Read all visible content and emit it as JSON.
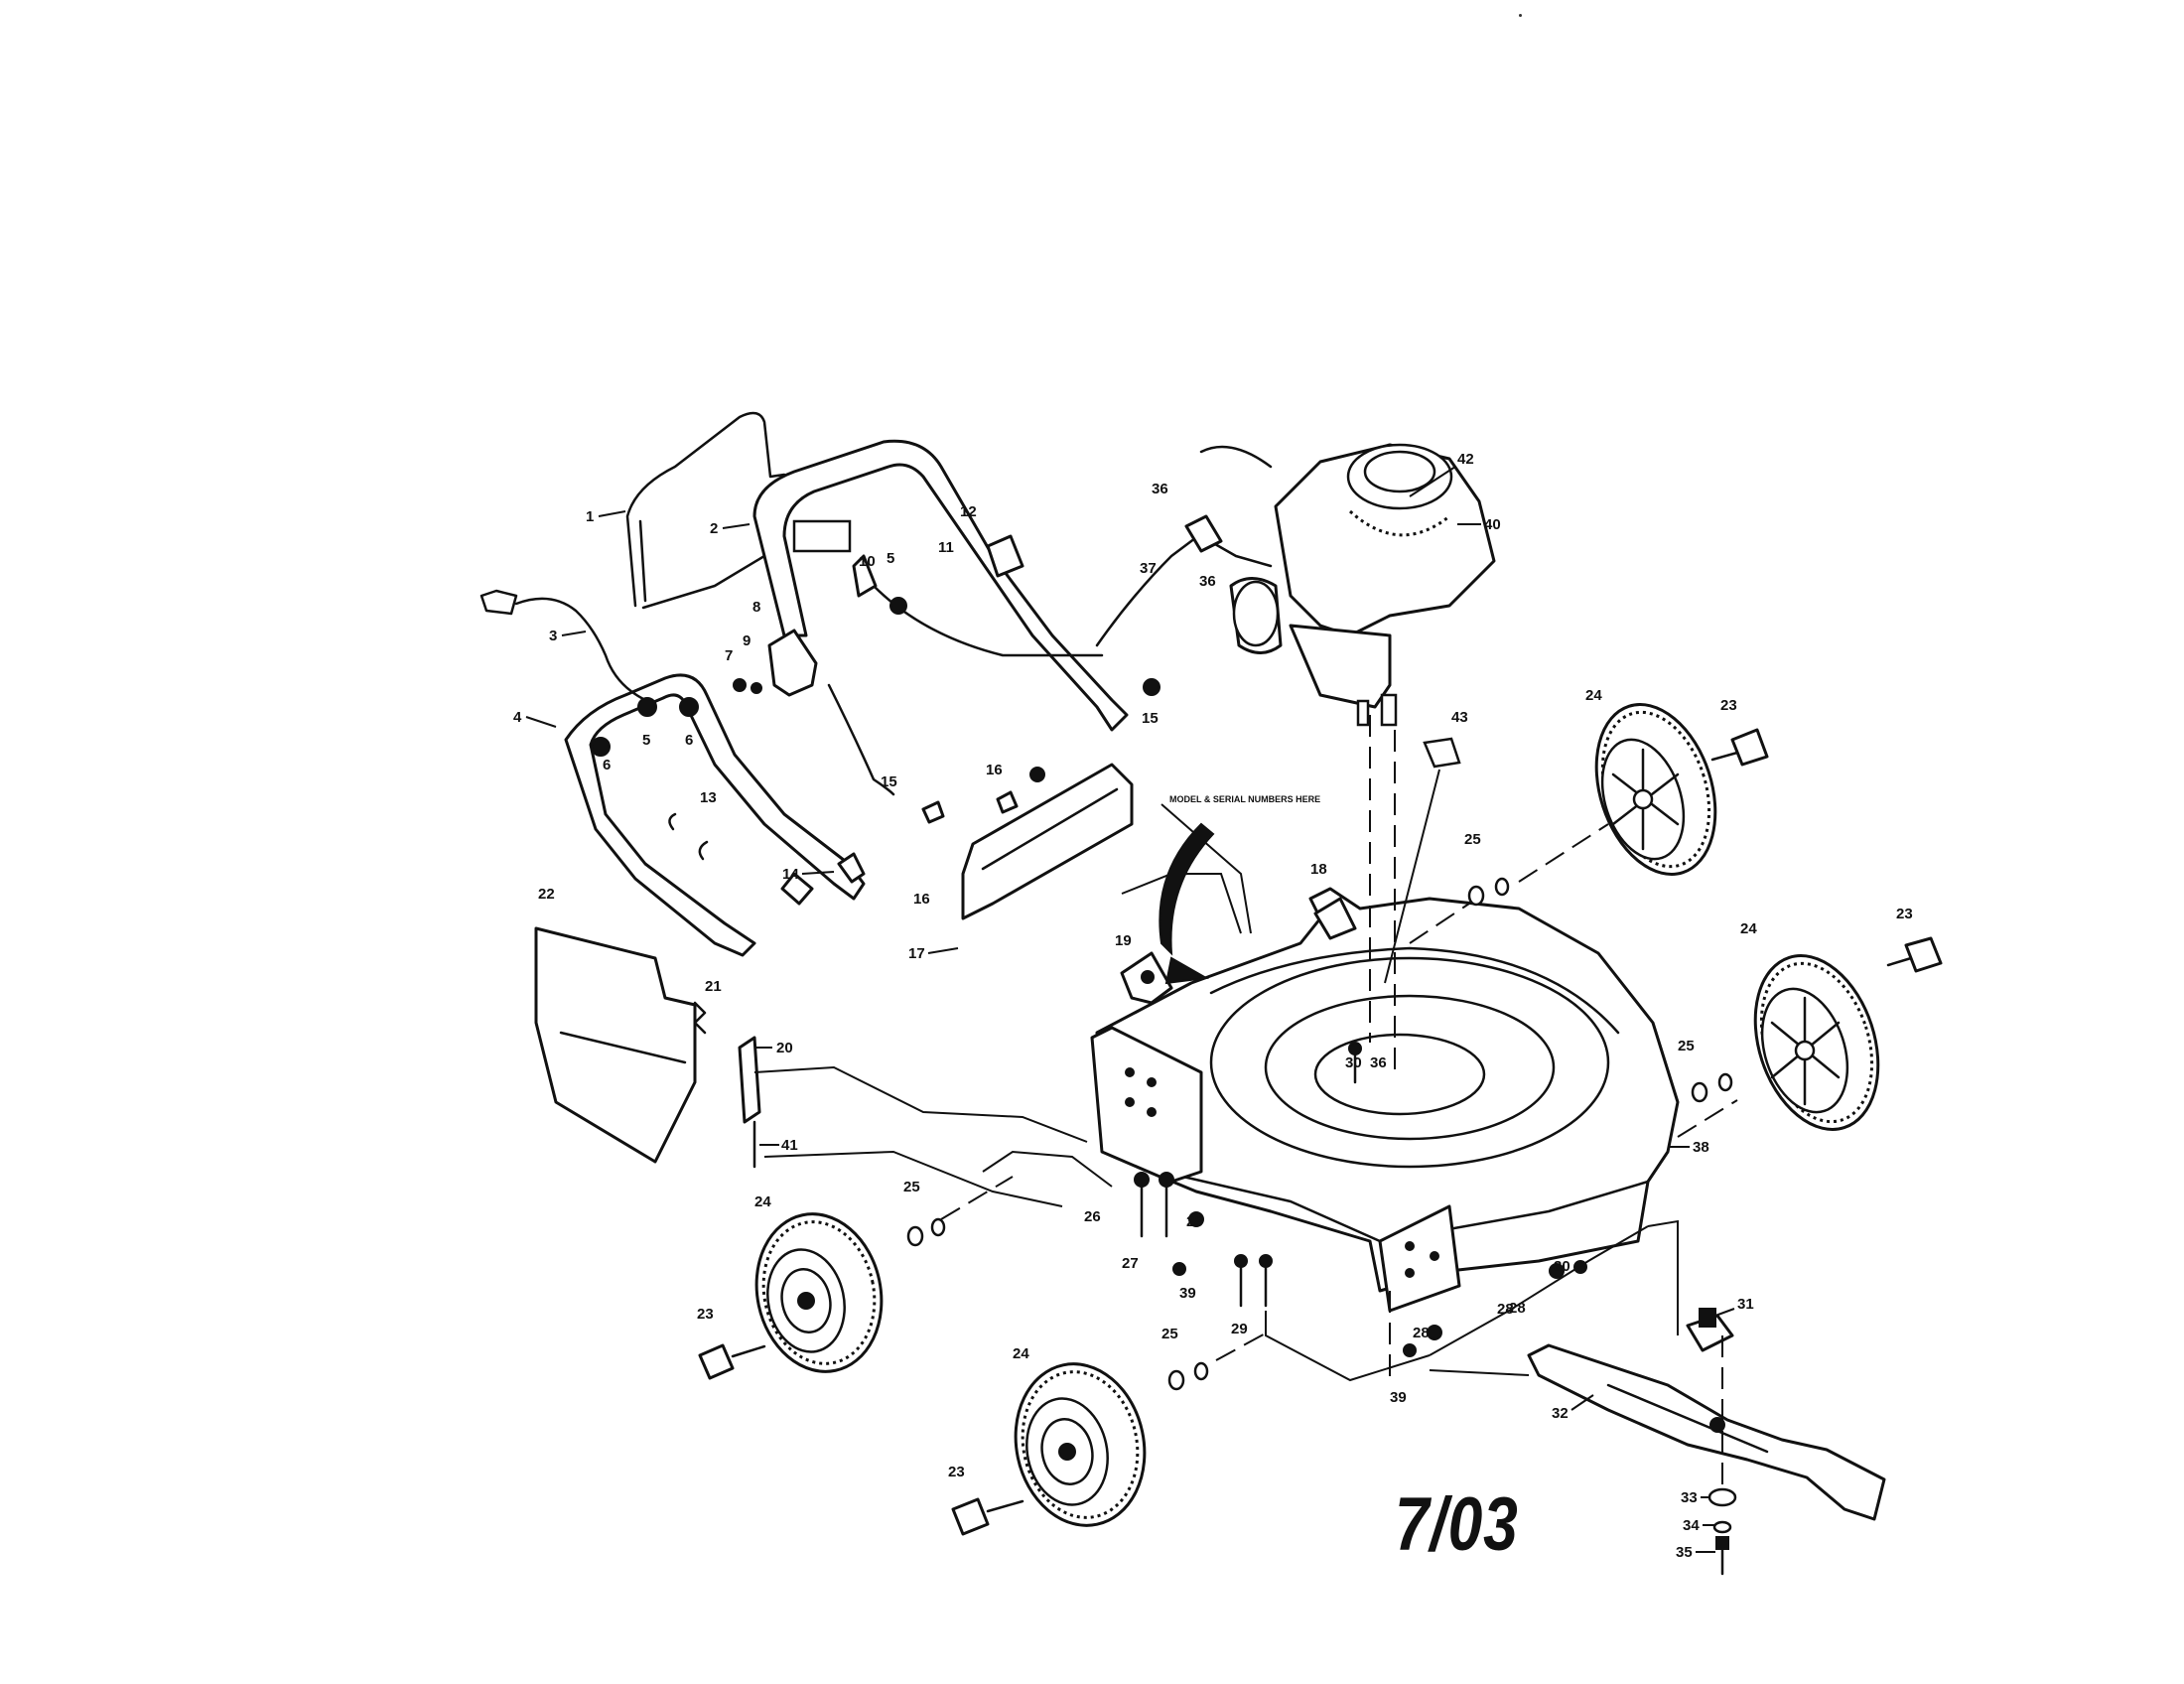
{
  "diagram": {
    "note": "MODEL & SERIAL NUMBERS HERE",
    "date_code": "7/03",
    "callouts": [
      "1",
      "2",
      "3",
      "4",
      "5",
      "5",
      "6",
      "6",
      "7",
      "8",
      "9",
      "10",
      "11",
      "12",
      "13",
      "14",
      "15",
      "15",
      "16",
      "16",
      "17",
      "18",
      "19",
      "20",
      "21",
      "22",
      "23",
      "23",
      "23",
      "23",
      "24",
      "24",
      "24",
      "24",
      "25",
      "25",
      "25",
      "25",
      "26",
      "27",
      "28",
      "28",
      "28",
      "28",
      "29",
      "30",
      "30",
      "31",
      "32",
      "33",
      "34",
      "35",
      "36",
      "36",
      "36",
      "37",
      "38",
      "39",
      "39",
      "40",
      "41",
      "42",
      "43"
    ]
  }
}
